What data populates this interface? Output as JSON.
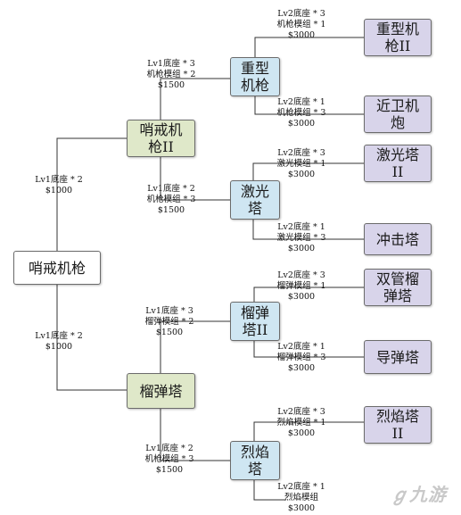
{
  "nodes": {
    "root": "哨戒机枪",
    "sentry2": "哨戒机\n枪II",
    "mortar": "榴弹塔",
    "heavy": "重型\n机枪",
    "laser": "激光\n塔",
    "mortar2": "榴弹\n塔II",
    "flame": "烈焰\n塔",
    "heavy2": "重型机\n枪II",
    "guard": "近卫机\n炮",
    "laser2": "激光塔\nII",
    "shock": "冲击塔",
    "twin": "双管榴\n弹塔",
    "missile": "导弹塔",
    "flame2": "烈焰塔\nII"
  },
  "labels": {
    "root_to_sentry2": [
      "Lv1底座 * 2",
      "$1000"
    ],
    "root_to_mortar": [
      "Lv1底座 * 2",
      "$1000"
    ],
    "sentry2_to_heavy": [
      "Lv1底座 * 3",
      "机枪模组 * 2",
      "$1500"
    ],
    "sentry2_to_laser": [
      "Lv1底座 * 2",
      "机枪模组 * 3",
      "$1500"
    ],
    "mortar_to_mortar2": [
      "Lv1底座 * 3",
      "榴弹模组 * 2",
      "$1500"
    ],
    "mortar_to_flame": [
      "Lv1底座 * 2",
      "机枪模组 * 3",
      "$1500"
    ],
    "heavy_to_heavy2": [
      "Lv2底座 * 3",
      "机枪模组 * 1",
      "$3000"
    ],
    "heavy_to_guard": [
      "Lv2底座 * 1",
      "机枪模组 * 3",
      "$3000"
    ],
    "laser_to_laser2": [
      "Lv2底座 * 3",
      "激光模组 * 1",
      "$3000"
    ],
    "laser_to_shock": [
      "Lv2底座 * 1",
      "激光模组 * 3",
      "$3000"
    ],
    "mortar2_to_twin": [
      "Lv2底座 * 3",
      "榴弹模组 * 1",
      "$3000"
    ],
    "mortar2_to_missile": [
      "Lv2底座 * 1",
      "榴弹模组 * 3",
      "$3000"
    ],
    "flame_to_flame2": [
      "Lv2底座 * 3",
      "烈焰模组 * 1",
      "$3000"
    ],
    "flame_to_next": [
      "Lv2底座 * 1",
      "烈焰模组",
      "$3000"
    ]
  },
  "watermark": "九游"
}
